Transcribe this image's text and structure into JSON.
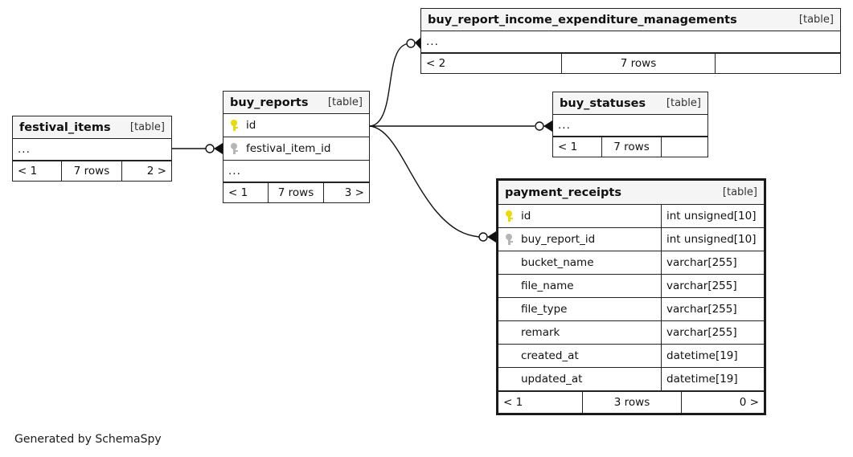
{
  "diagram": {
    "generator_note": "Generated by SchemaSpy",
    "table_tag": "[table]",
    "ellipsis": "...",
    "colors": {
      "primary_key_icon": "#e8dc00",
      "foreign_key_icon": "#b6b6b6",
      "header_background": "#f5f5f5",
      "border": "#232323",
      "focal_border": "#1a1a1a"
    }
  },
  "tables": [
    {
      "id": "buy_report_income_expenditure_managements",
      "name": "buy_report_income_expenditure_managements",
      "tag": "[table]",
      "focal": false,
      "collapsed": true,
      "collapsed_label": "...",
      "columns": [],
      "footer": {
        "left": "< 2",
        "middle": "7 rows",
        "right": ""
      }
    },
    {
      "id": "buy_reports",
      "name": "buy_reports",
      "tag": "[table]",
      "focal": false,
      "collapsed": false,
      "collapsed_label": "...",
      "columns": [
        {
          "key": "primary",
          "name": "id",
          "type": ""
        },
        {
          "key": "foreign",
          "name": "festival_item_id",
          "type": ""
        }
      ],
      "footer": {
        "left": "< 1",
        "middle": "7 rows",
        "right": "3 >"
      }
    },
    {
      "id": "buy_statuses",
      "name": "buy_statuses",
      "tag": "[table]",
      "focal": false,
      "collapsed": true,
      "collapsed_label": "...",
      "columns": [],
      "footer": {
        "left": "< 1",
        "middle": "7 rows",
        "right": ""
      }
    },
    {
      "id": "festival_items",
      "name": "festival_items",
      "tag": "[table]",
      "focal": false,
      "collapsed": true,
      "collapsed_label": "...",
      "columns": [],
      "footer": {
        "left": "< 1",
        "middle": "7 rows",
        "right": "2 >"
      }
    },
    {
      "id": "payment_receipts",
      "name": "payment_receipts",
      "tag": "[table]",
      "focal": true,
      "collapsed": false,
      "collapsed_label": "",
      "columns": [
        {
          "key": "primary",
          "name": "id",
          "type": "int unsigned[10]"
        },
        {
          "key": "foreign",
          "name": "buy_report_id",
          "type": "int unsigned[10]"
        },
        {
          "key": "none",
          "name": "bucket_name",
          "type": "varchar[255]"
        },
        {
          "key": "none",
          "name": "file_name",
          "type": "varchar[255]"
        },
        {
          "key": "none",
          "name": "file_type",
          "type": "varchar[255]"
        },
        {
          "key": "none",
          "name": "remark",
          "type": "varchar[255]"
        },
        {
          "key": "none",
          "name": "created_at",
          "type": "datetime[19]"
        },
        {
          "key": "none",
          "name": "updated_at",
          "type": "datetime[19]"
        }
      ],
      "footer": {
        "left": "< 1",
        "middle": "3 rows",
        "right": "0 >"
      }
    }
  ],
  "relationships": [
    {
      "from": "festival_items",
      "to": "buy_reports"
    },
    {
      "from": "buy_reports",
      "to": "buy_report_income_expenditure_managements"
    },
    {
      "from": "buy_reports",
      "to": "buy_statuses"
    },
    {
      "from": "buy_reports",
      "to": "payment_receipts"
    }
  ]
}
